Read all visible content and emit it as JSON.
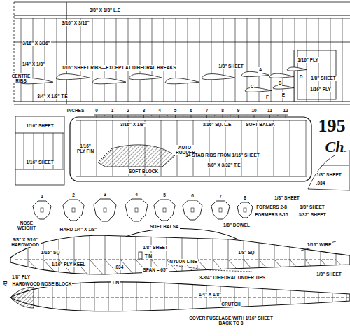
{
  "diagram": {
    "title": "195",
    "labels": [
      "3/8\" X 1/8\" L.E",
      "3/16\" X 3/16\"",
      "3/16\" X 3/16\"",
      "1/4\" X 1/8\"",
      "CENTRE RIBS",
      "1/16\" SHEET RIBS—EXCEPT AT DIHEDRAL BREAKS",
      "3/4\" X 1/8\" T.E",
      "1/8\" SHEET",
      "1/16\" PLY",
      "1/8\" SHEET",
      "1/16\" PLY",
      "A",
      "B",
      "C",
      "D",
      "E",
      "F",
      "INCHES",
      "0",
      "1",
      "2",
      "3",
      "4",
      "5",
      "6",
      "7",
      "8",
      "9",
      "10",
      "11",
      "12",
      "3/16\" X 1/8\"",
      "3/16\" SQ. L.E",
      "SOFT BALSA",
      "1/16\" PLY FIN",
      "AUTO-RUDDER",
      "SOFT BLOCK",
      "14 STAB RIBS FROM 1/16\" SHEET",
      "5/8\" X 3/32\" T.E",
      "1/16\" SHEET",
      "1/16\" SHEET",
      "1/8\" SHEET",
      ".034",
      "1",
      "2",
      "3",
      "4",
      "5",
      "6",
      "7",
      "8",
      "NOSE WEIGHT",
      "SOFT BALSA",
      "1/8\" SHEET",
      "FORMERS 2-8",
      "1/8\" SHEET",
      "FORMERS 9-15",
      "3/32\" SHEET",
      "1/8\" DOWEL",
      "3/8\" X 3/16\" HARDWOOD",
      "HARD 1/4\" X 1/8\"",
      "1/8\" SHEET",
      "1/16\" SQ",
      "1/16\" PLY KEEL",
      "TIN",
      ".034",
      "NYLON LINE",
      "SPAN = 65\"",
      "1/8\" SQ",
      "3-3/4\" DIHEDRAL UNDER TIPS",
      "1/16\" WIRE",
      "1/8\" SHEET",
      "TIN",
      "1/8\" PLY",
      "HARDWOOD NOSE BLOCK",
      "1/4\" X 1/8\"",
      "CRUTCH",
      "COVER FUSELAGE WITH 1/16\" SHEET BACK TO 8",
      "Ch",
      "41"
    ]
  }
}
